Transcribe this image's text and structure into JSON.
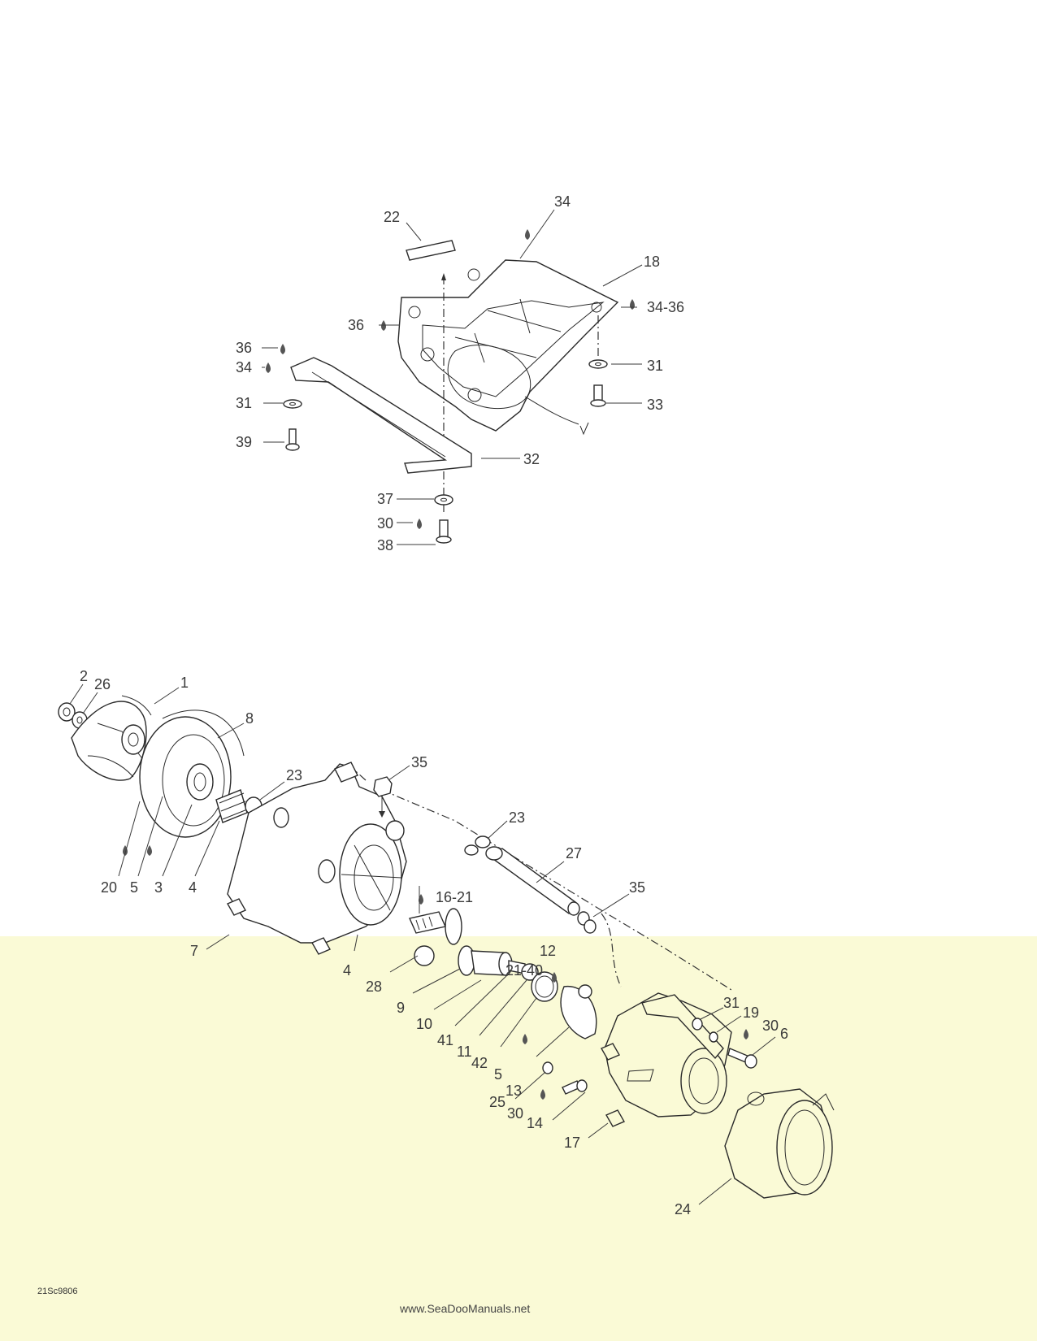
{
  "colors": {
    "background": "#ffffff",
    "lower_tint": "#fafad6",
    "line": "#2a2a2a"
  },
  "labels_top": {
    "l22": "22",
    "l34a": "34",
    "l18": "18",
    "l34_36": "34-36",
    "l36a": "36",
    "l36b": "36",
    "l34b": "34",
    "l31a": "31",
    "l31b": "31",
    "l33": "33",
    "l39": "39",
    "l32": "32",
    "l37": "37",
    "l30a": "30",
    "l38": "38"
  },
  "labels_bottom": {
    "l2": "2",
    "l26": "26",
    "l1": "1",
    "l8": "8",
    "l23a": "23",
    "l35a": "35",
    "l23b": "23",
    "l27": "27",
    "l35b": "35",
    "l20": "20",
    "l5a": "5",
    "l3": "3",
    "l4a": "4",
    "l16_21": "16-21",
    "l7": "7",
    "l4b": "4",
    "l12": "12",
    "l21_40": "21-40",
    "l28": "28",
    "l9": "9",
    "l10": "10",
    "l41": "41",
    "l11": "11",
    "l42": "42",
    "l5b": "5",
    "l13": "13",
    "l31c": "31",
    "l19": "19",
    "l30b": "30",
    "l6": "6",
    "l25": "25",
    "l30c": "30",
    "l14": "14",
    "l17": "17",
    "l24": "24"
  },
  "footer": {
    "doc_code": "21Sc9806",
    "url": "www.SeaDooManuals.net"
  }
}
